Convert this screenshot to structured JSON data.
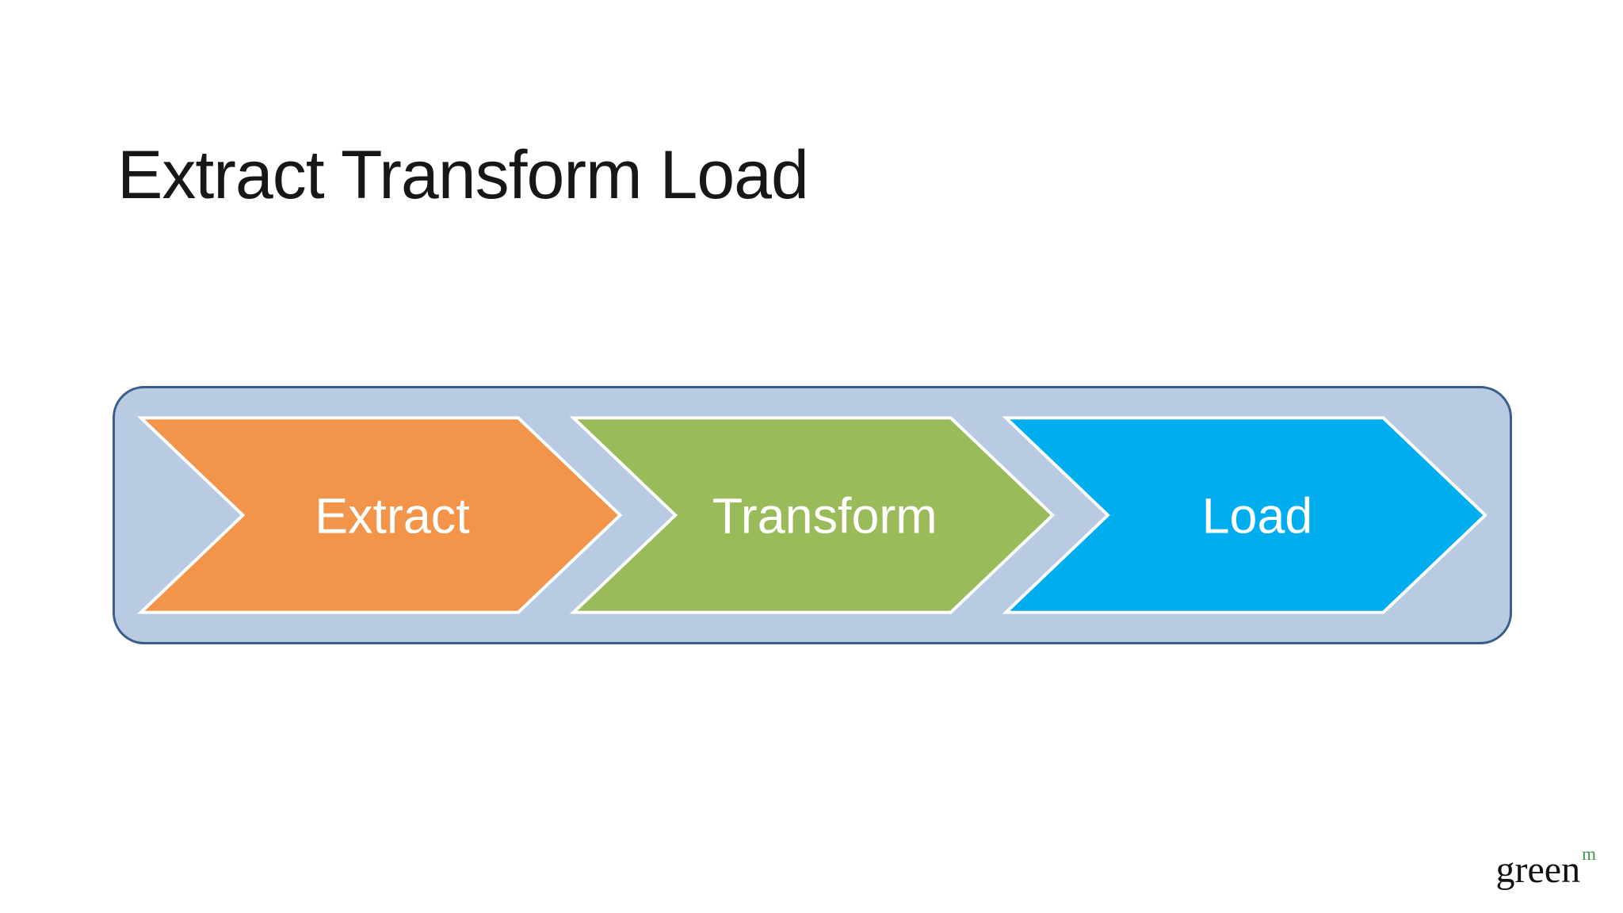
{
  "slide": {
    "title": "Extract Transform Load",
    "background_color": "#ffffff",
    "title_color": "#171717"
  },
  "diagram": {
    "type": "process-chevron-flow",
    "container_fill": "#b9cbe2",
    "container_border_color": "#3a5e8c",
    "step_outline_color": "#ffffff",
    "step_text_color": "#ffffff",
    "steps": [
      {
        "label": "Extract",
        "color": "#f2954a"
      },
      {
        "label": "Transform",
        "color": "#9abb59"
      },
      {
        "label": "Load",
        "color": "#00aeef"
      }
    ]
  },
  "footer": {
    "brand": "green",
    "brand_sup": "m",
    "brand_color": "#121212",
    "brand_sup_color": "#3f9b4a"
  }
}
